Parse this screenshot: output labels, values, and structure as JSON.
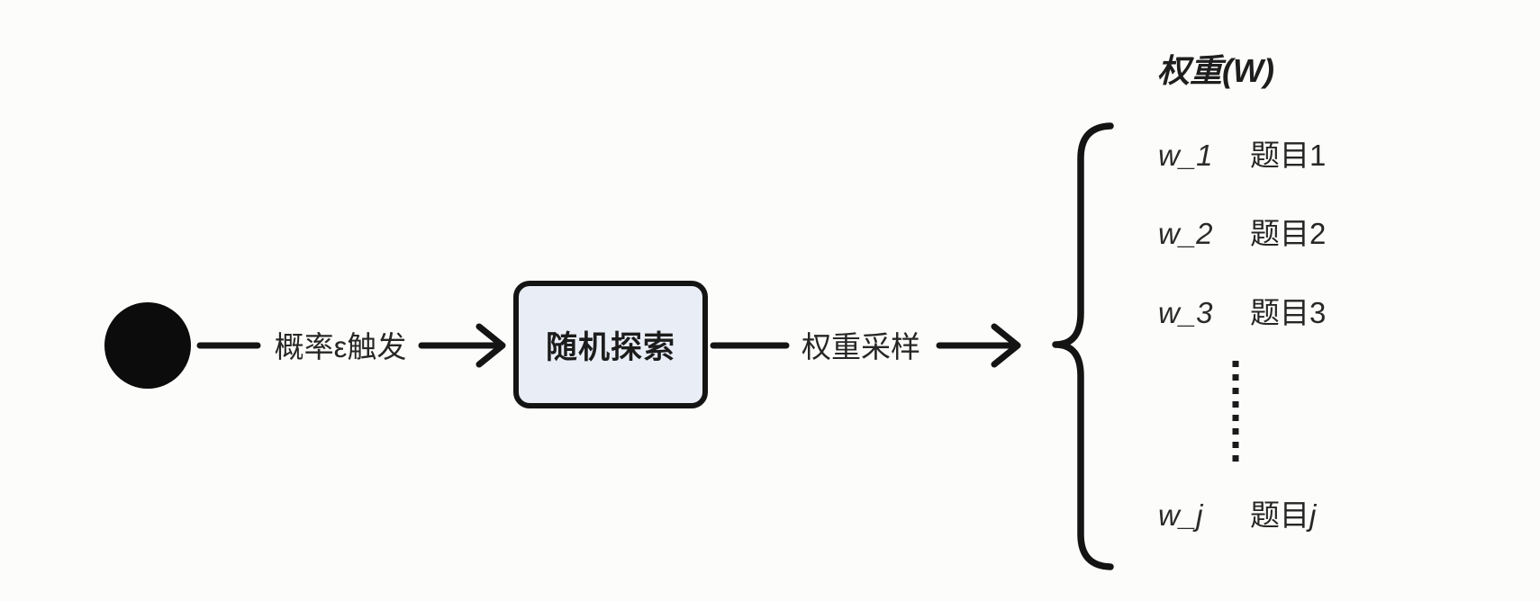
{
  "canvas": {
    "background": "#fcfcfa",
    "line_color": "#141414",
    "text_color": "#262626"
  },
  "start_node": {
    "shape": "filled-circle",
    "color": "#0c0c0c"
  },
  "edges": {
    "trigger_label": "概率ε触发",
    "sampling_label": "权重采样"
  },
  "process": {
    "label": "随机探索",
    "fill": "#e9edf6",
    "border": "#141414"
  },
  "weights": {
    "title": "权重(W)",
    "brace": "left-curly-brace",
    "items": [
      {
        "weight": "w_1",
        "item_prefix": "题目",
        "item_index": "1"
      },
      {
        "weight": "w_2",
        "item_prefix": "题目",
        "item_index": "2"
      },
      {
        "weight": "w_3",
        "item_prefix": "题目",
        "item_index": "3"
      },
      {
        "weight": "w_j",
        "item_prefix": "题目",
        "item_index": "j"
      }
    ],
    "ellipsis": "vertical-dotted-line"
  }
}
